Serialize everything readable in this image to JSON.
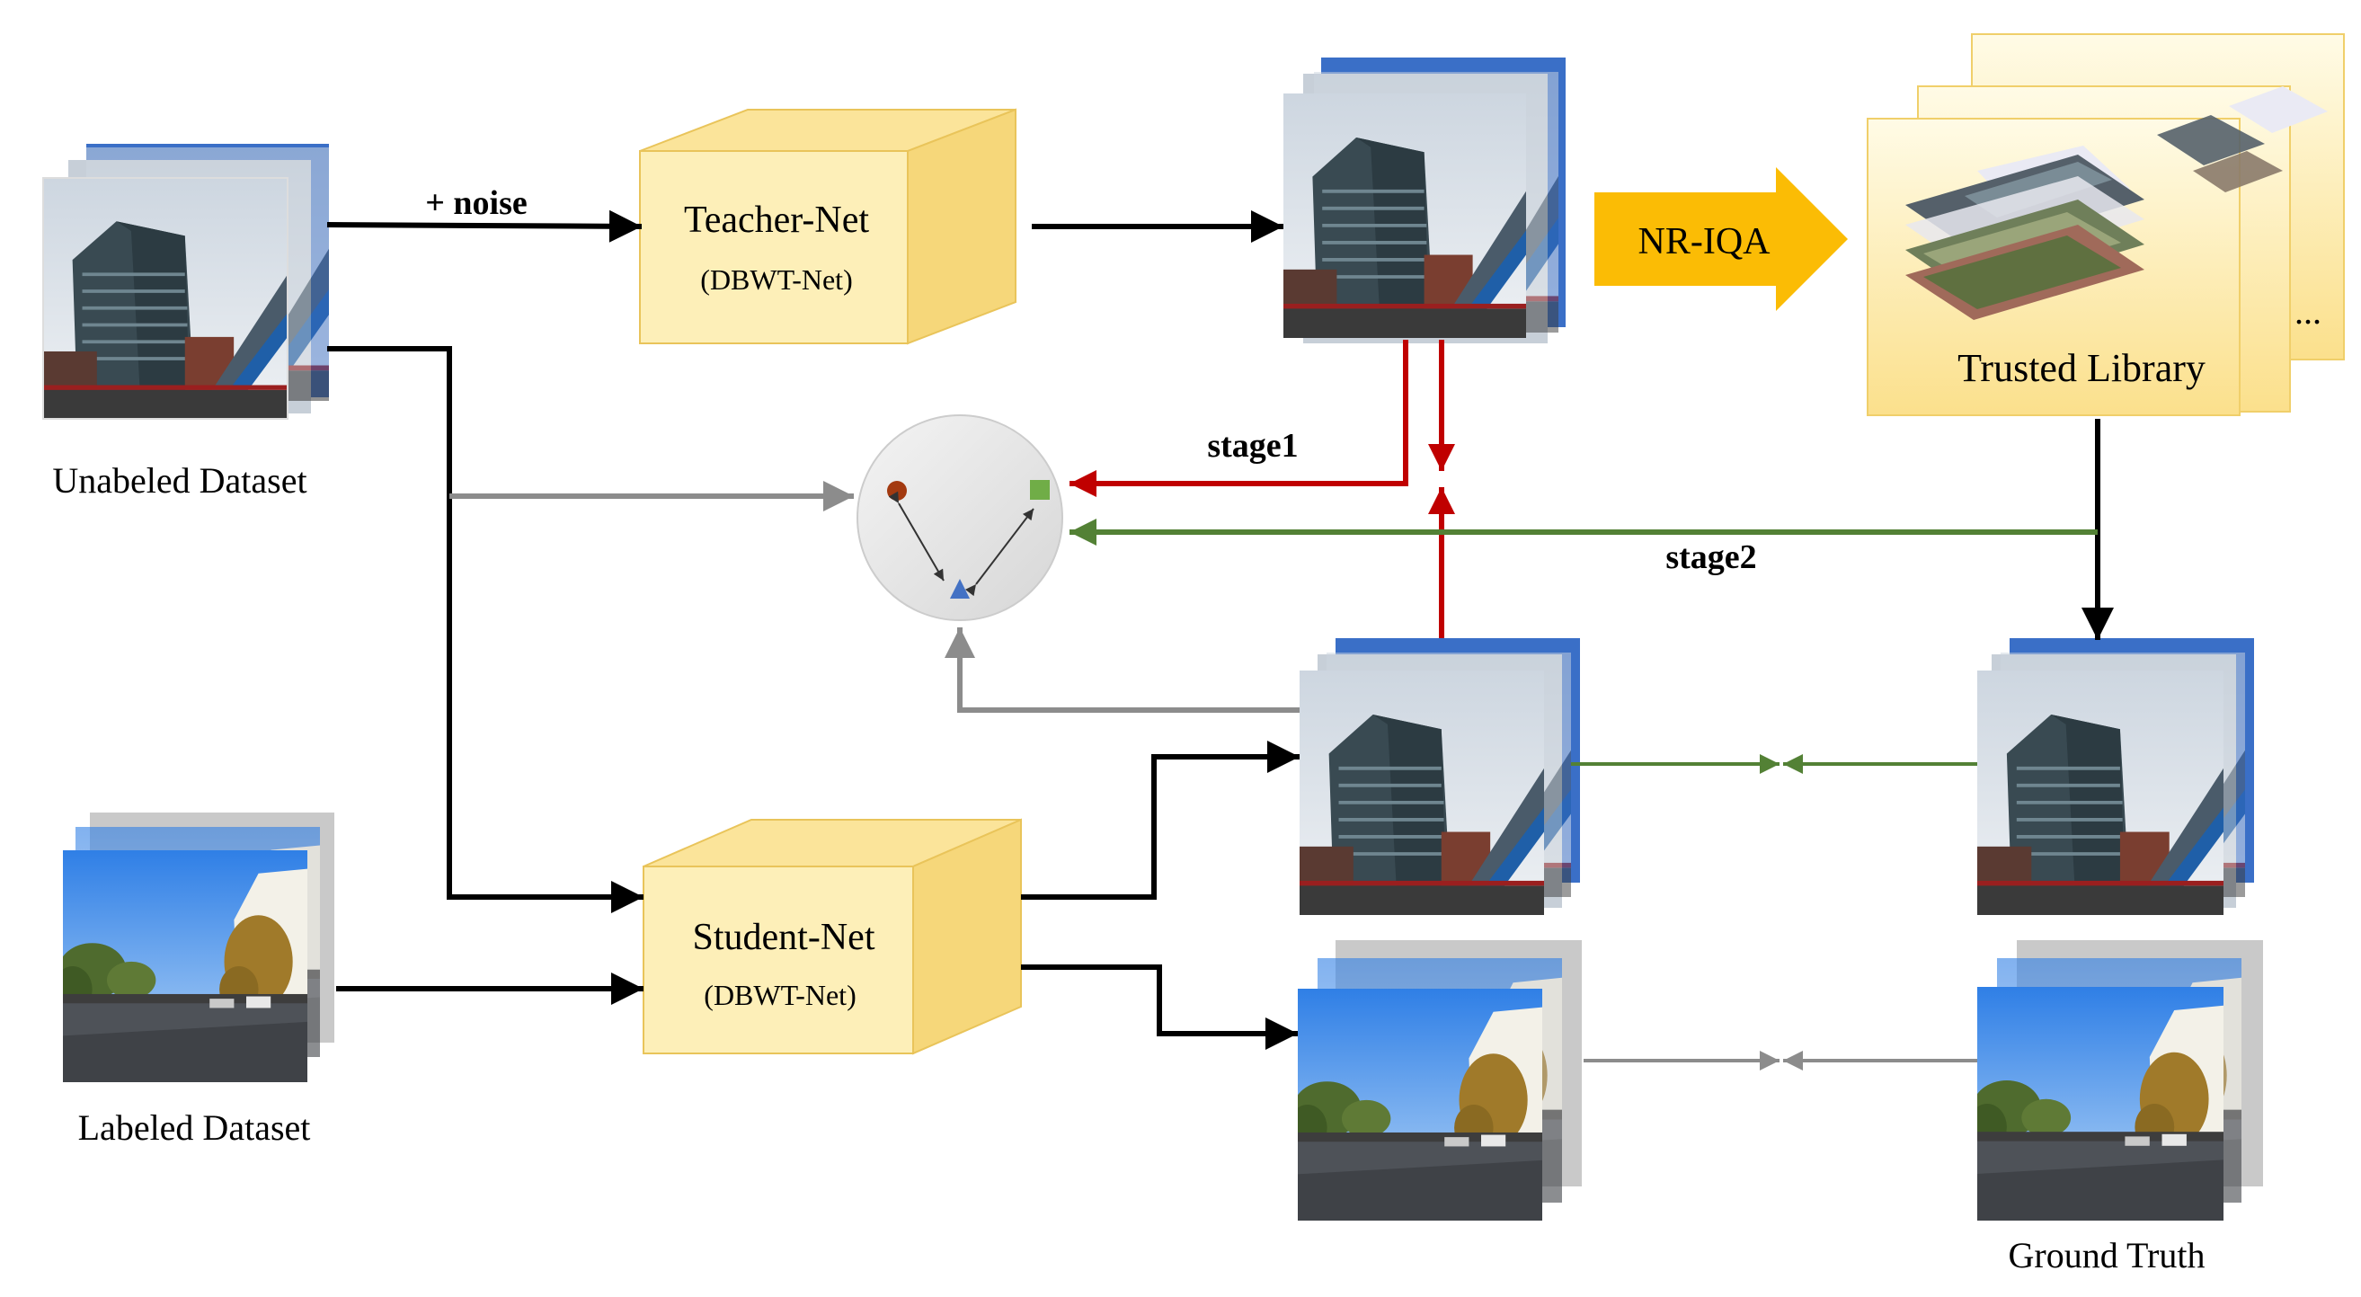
{
  "labels": {
    "unlabeled": "Unabeled Dataset",
    "labeled": "Labeled Dataset",
    "ground_truth": "Ground Truth",
    "noise": "+ noise",
    "teacher_name": "Teacher-Net",
    "teacher_sub": "(DBWT-Net)",
    "student_name": "Student-Net",
    "student_sub": "(DBWT-Net)",
    "nriqa": "NR-IQA",
    "trusted_library": "Trusted Library",
    "ellipsis": "...",
    "stage1": "stage1",
    "stage2": "stage2"
  },
  "colors": {
    "box_front": "#fdefb8",
    "box_top": "#fbe49a",
    "box_side": "#f6d77a",
    "box_edge": "#e9c45a",
    "nriqa_arrow": "#fbbc05",
    "stage1": "#c00000",
    "stage2": "#538135",
    "gray_arrow": "#8c8c8c",
    "node_red": "#a33a10",
    "node_green": "#70ad47",
    "node_blue": "#4472c4"
  },
  "icons": {
    "loss_circle": "loss-diagram-icon",
    "building_image": "building-photo-icon",
    "street_image": "street-photo-icon",
    "layers_image": "layered-map-icon"
  }
}
